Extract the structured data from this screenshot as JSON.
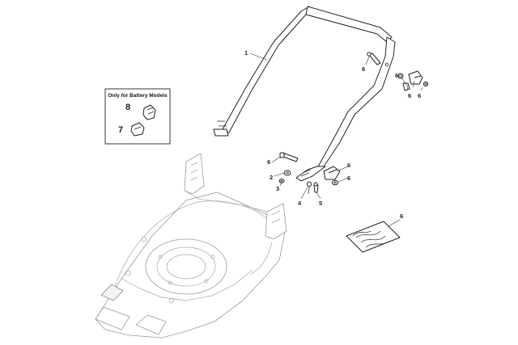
{
  "inset": {
    "title": "Only for Battery Models",
    "items": [
      {
        "ref": "8"
      },
      {
        "ref": "7"
      }
    ]
  },
  "callouts": {
    "handle": "1",
    "washer": "2",
    "washer_small": "3",
    "pin": "4",
    "screw": "5",
    "hardware": "6"
  }
}
